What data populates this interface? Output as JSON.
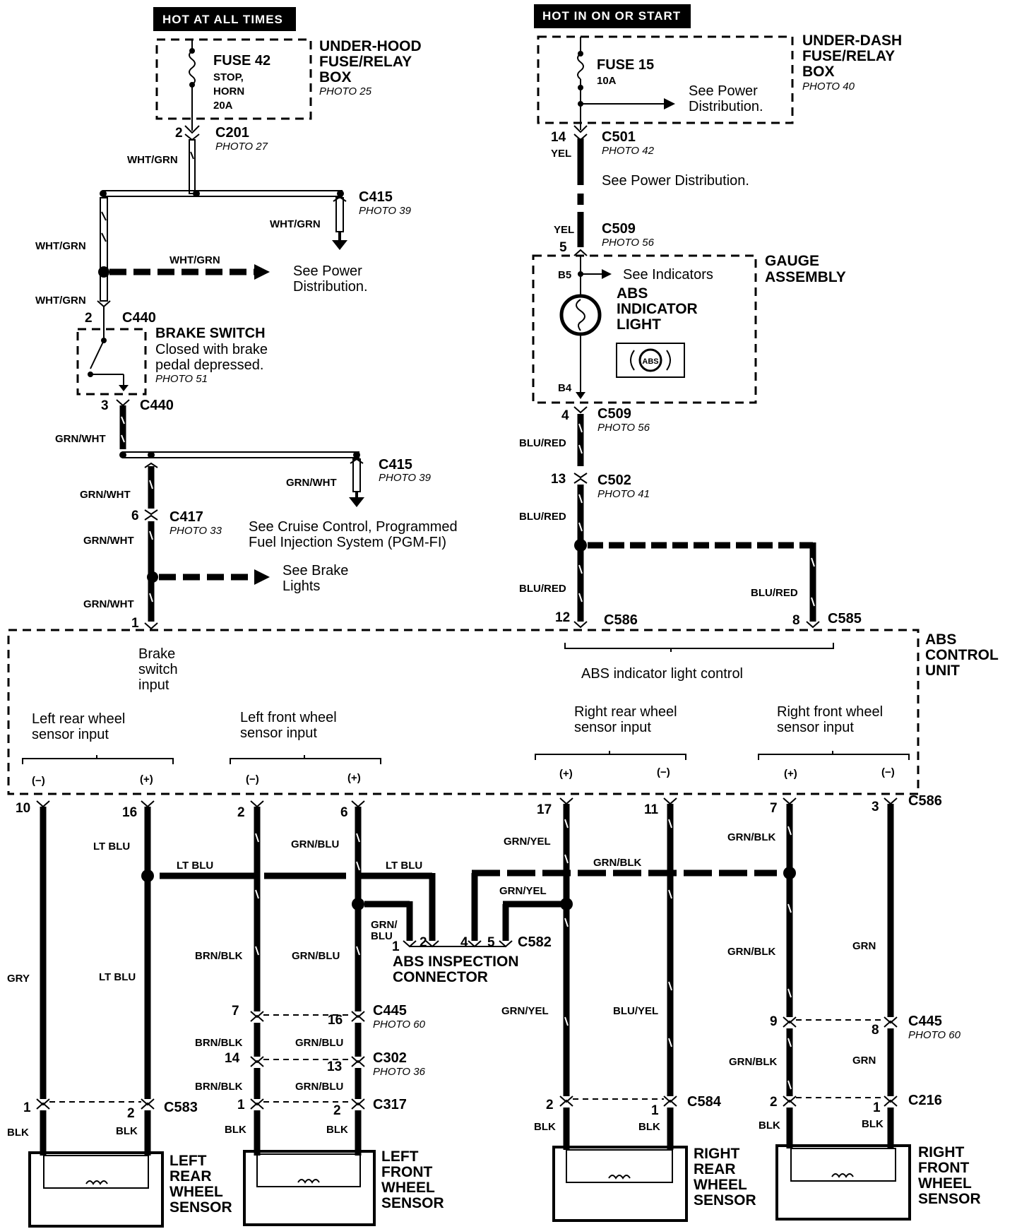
{
  "power": {
    "left": {
      "hot_label": "HOT AT ALL TIMES",
      "fuse_name": "FUSE 42",
      "fuse_desc1": "STOP,",
      "fuse_desc2": "HORN",
      "fuse_amp": "20A",
      "box_line1": "UNDER-HOOD",
      "box_line2": "FUSE/RELAY",
      "box_line3": "BOX",
      "box_photo": "PHOTO 25"
    },
    "right": {
      "hot_label": "HOT IN ON OR START",
      "fuse_name": "FUSE 15",
      "fuse_amp": "10A",
      "see_line1": "See Power",
      "see_line2": "Distribution.",
      "box_line1": "UNDER-DASH",
      "box_line2": "FUSE/RELAY",
      "box_line3": "BOX",
      "box_photo": "PHOTO 40"
    }
  },
  "left_branch": {
    "c201": "C201",
    "c201_pin": "2",
    "c201_photo": "PHOTO 27",
    "wire_wht_grn": "WHT/GRN",
    "c415": "C415",
    "c415_photo": "PHOTO 39",
    "see_power1": "See Power",
    "see_power2": "Distribution.",
    "c440": "C440",
    "c440_pin_top": "2",
    "c440_pin_bottom": "3",
    "brake_switch": "BRAKE SWITCH",
    "brake_desc1": "Closed with brake",
    "brake_desc2": "pedal depressed.",
    "brake_photo": "PHOTO 51",
    "wire_grn_wht": "GRN/WHT",
    "c417": "C417",
    "c417_pin": "6",
    "c417_photo": "PHOTO 33",
    "see_cruise1": "See Cruise Control, Programmed",
    "see_cruise2": "Fuel Injection System (PGM-FI)",
    "see_brake1": "See Brake",
    "see_brake2": "Lights",
    "abs_pin": "1"
  },
  "right_branch": {
    "c501": "C501",
    "c501_pin": "14",
    "c501_photo": "PHOTO 42",
    "wire_yel": "YEL",
    "see_power": "See Power Distribution.",
    "c509": "C509",
    "c509_pin_top": "5",
    "c509_pin_bottom": "4",
    "c509_photo": "PHOTO 56",
    "gauge1": "GAUGE",
    "gauge2": "ASSEMBLY",
    "b5": "B5",
    "b4": "B4",
    "see_indicators": "See Indicators",
    "abs_light1": "ABS",
    "abs_light2": "INDICATOR",
    "abs_light3": "LIGHT",
    "abs_symbol": "ABS",
    "wire_blu_red": "BLU/RED",
    "c502": "C502",
    "c502_pin": "13",
    "c502_photo": "PHOTO 41",
    "c586": "C586",
    "c586_pin": "12",
    "c585": "C585",
    "c585_pin": "8"
  },
  "abs_unit": {
    "title1": "ABS",
    "title2": "CONTROL",
    "title3": "UNIT",
    "brake_input1": "Brake",
    "brake_input2": "switch",
    "brake_input3": "input",
    "indicator_control": "ABS indicator light control",
    "lr_input1": "Left rear wheel",
    "lr_input2": "sensor input",
    "lf_input1": "Left front wheel",
    "lf_input2": "sensor input",
    "rr_input1": "Right rear wheel",
    "rr_input2": "sensor input",
    "rf_input1": "Right front wheel",
    "rf_input2": "sensor input",
    "minus": "(−)",
    "plus": "(+)",
    "connector": "C586"
  },
  "sensors": {
    "lr": {
      "pin_a": "10",
      "pin_b": "16",
      "wire_a": "GRY",
      "wire_b": "LT BLU",
      "conn": "C583",
      "pin_c": "1",
      "pin_d": "2",
      "blk": "BLK",
      "name1": "LEFT",
      "name2": "REAR",
      "name3": "WHEEL",
      "name4": "SENSOR"
    },
    "lf": {
      "pin_a": "2",
      "pin_b": "6",
      "wire_a": "BRN/BLK",
      "wire_b": "GRN/BLU",
      "c445": "C445",
      "c445_pin_a": "7",
      "c445_pin_b": "16",
      "c445_photo": "PHOTO 60",
      "c302": "C302",
      "c302_pin_a": "14",
      "c302_pin_b": "13",
      "c302_photo": "PHOTO 36",
      "c317": "C317",
      "c317_pin_a": "1",
      "c317_pin_b": "2",
      "blk": "BLK",
      "name1": "LEFT",
      "name2": "FRONT",
      "name3": "WHEEL",
      "name4": "SENSOR"
    },
    "rr": {
      "pin_a": "17",
      "pin_b": "11",
      "wire_a": "GRN/YEL",
      "wire_b": "BLU/YEL",
      "conn": "C584",
      "pin_c": "2",
      "pin_d": "1",
      "blk": "BLK",
      "name1": "RIGHT",
      "name2": "REAR",
      "name3": "WHEEL",
      "name4": "SENSOR"
    },
    "rf": {
      "pin_a": "7",
      "pin_b": "3",
      "wire_a": "GRN/BLK",
      "wire_b": "GRN",
      "c445": "C445",
      "c445_pin_a": "9",
      "c445_pin_b": "8",
      "c445_photo": "PHOTO 60",
      "conn": "C216",
      "pin_c": "2",
      "pin_d": "1",
      "blk": "BLK",
      "name1": "RIGHT",
      "name2": "FRONT",
      "name3": "WHEEL",
      "name4": "SENSOR"
    }
  },
  "inspection": {
    "wire_lt_blu": "LT BLU",
    "wire_grn_blu1": "GRN/",
    "wire_grn_blu2": "BLU",
    "wire_grn_yel": "GRN/YEL",
    "wire_grn_blk": "GRN/BLK",
    "pin1": "1",
    "pin2": "2",
    "pin4": "4",
    "pin5": "5",
    "conn": "C582",
    "name1": "ABS INSPECTION",
    "name2": "CONNECTOR"
  }
}
